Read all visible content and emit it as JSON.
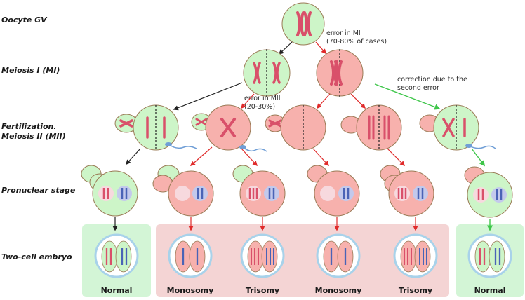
{
  "stages": {
    "oocyte": "Oocyte GV",
    "meiosis1": "Meiosis I (MI)",
    "fertilization_line1": "Fertilization.",
    "fertilization_line2": "Meiosis II (MII)",
    "pronuclear": "Pronuclear stage",
    "twocell": "Two-cell embryo"
  },
  "annotations": {
    "error_mi_line1": "error in MI",
    "error_mi_line2": "(70-80% of cases)",
    "error_mii_line1": "error in MII",
    "error_mii_line2": "(20-30%)",
    "correction_line1": "correction due to the",
    "correction_line2": "second error"
  },
  "outcomes": [
    "Normal",
    "Monosomy",
    "Trisomy",
    "Monosomy",
    "Trisomy",
    "Normal"
  ],
  "colors": {
    "normal_cell": "#cdf5c8",
    "error_cell": "#f7b1ad",
    "cell_outline": "#9a7a55",
    "chromosome": "#d9506a",
    "chromosome_blue": "#4a63b6",
    "pronucleus_pink": "#f7d9de",
    "pronucleus_blue": "#c3c9ec",
    "normal_box": "#d3f5d6",
    "error_box": "#f4d4d4",
    "arrow_black": "#222222",
    "arrow_red": "#e02a2a",
    "arrow_green": "#3ec64a",
    "zona": "#a8d2ea",
    "sperm": "#6f9ed6"
  }
}
